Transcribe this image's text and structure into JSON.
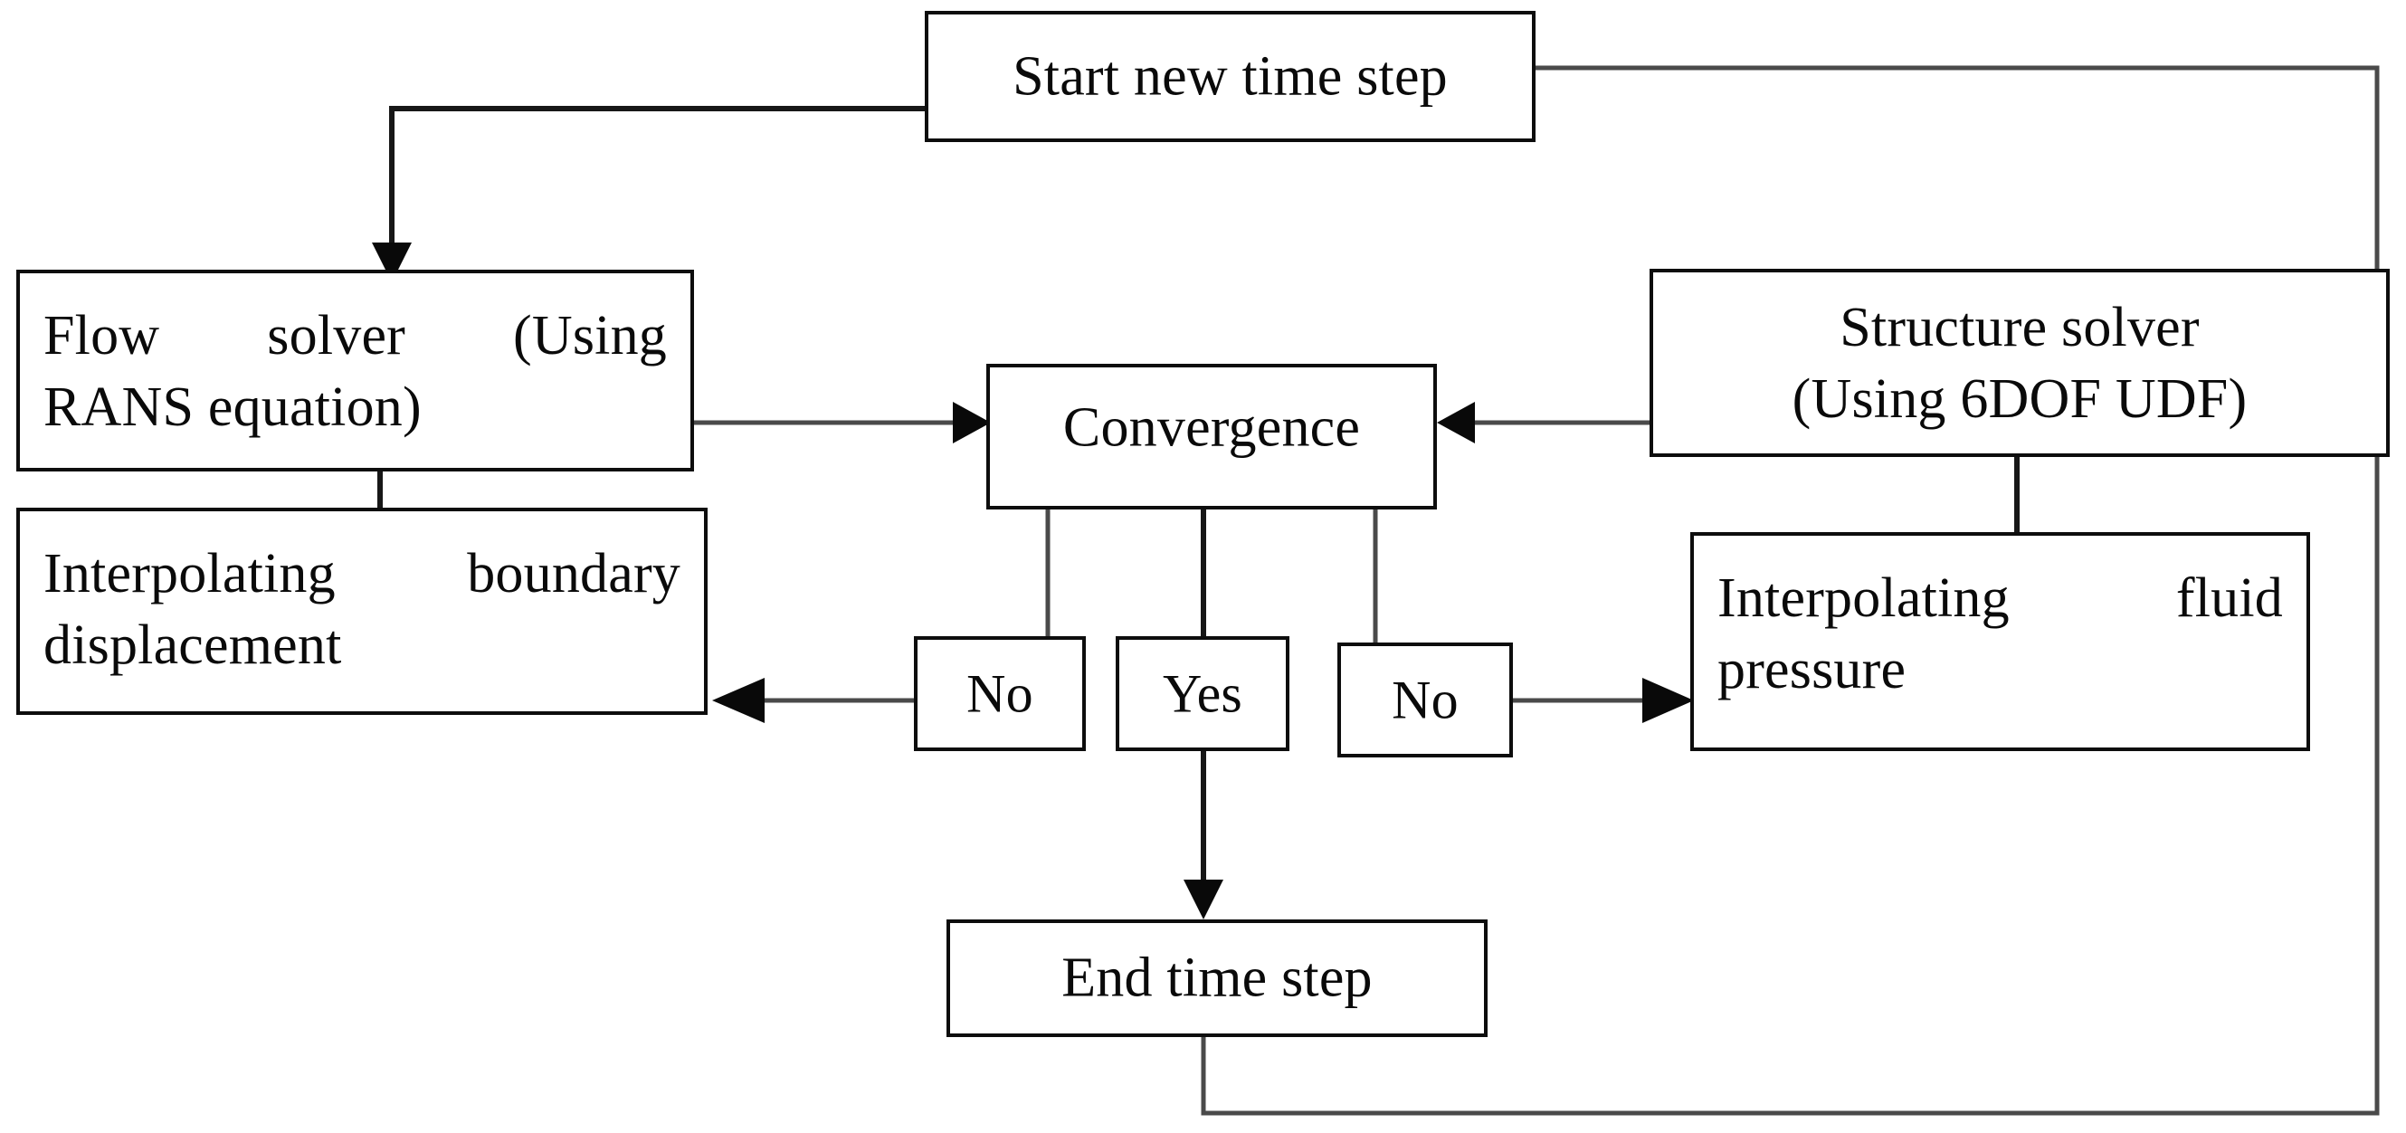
{
  "diagram": {
    "title": "Fluid-structure interaction solution procedure flowchart",
    "colors": {
      "line": "#171717",
      "box_border": "#0d0d0d",
      "text": "#0a0a0a",
      "background": "#ffffff"
    },
    "nodes": {
      "start": {
        "label": "Start new time step"
      },
      "flow_solver": {
        "line1": "Flow solver (Using",
        "line2": "RANS equation)",
        "label": "Flow solver (Using RANS equation)"
      },
      "structure_solver": {
        "line1": "Structure solver",
        "line2": "(Using 6DOF UDF)",
        "label": "Structure solver (Using 6DOF UDF)"
      },
      "convergence": {
        "label": "Convergence"
      },
      "interp_boundary": {
        "line1": "Interpolating boundary",
        "line2": "displacement",
        "label": "Interpolating boundary displacement"
      },
      "interp_pressure": {
        "line1": "Interpolating fluid",
        "line2": "pressure",
        "label": "Interpolating fluid pressure"
      },
      "no_left": {
        "label": "No"
      },
      "yes_mid": {
        "label": "Yes"
      },
      "no_right": {
        "label": "No"
      },
      "end": {
        "label": "End time step"
      }
    },
    "edges": [
      {
        "from": "start",
        "to": "flow_solver",
        "label": ""
      },
      {
        "from": "flow_solver",
        "to": "convergence",
        "label": ""
      },
      {
        "from": "structure_solver",
        "to": "convergence",
        "label": ""
      },
      {
        "from": "convergence",
        "to": "no_left",
        "label": "No"
      },
      {
        "from": "convergence",
        "to": "yes_mid",
        "label": "Yes"
      },
      {
        "from": "convergence",
        "to": "no_right",
        "label": "No"
      },
      {
        "from": "no_left",
        "to": "interp_boundary",
        "label": ""
      },
      {
        "from": "no_right",
        "to": "interp_pressure",
        "label": ""
      },
      {
        "from": "yes_mid",
        "to": "end",
        "label": ""
      },
      {
        "from": "flow_solver",
        "to": "interp_boundary",
        "label": ""
      },
      {
        "from": "structure_solver",
        "to": "interp_pressure",
        "label": ""
      },
      {
        "from": "end",
        "to": "start",
        "label": ""
      }
    ]
  }
}
